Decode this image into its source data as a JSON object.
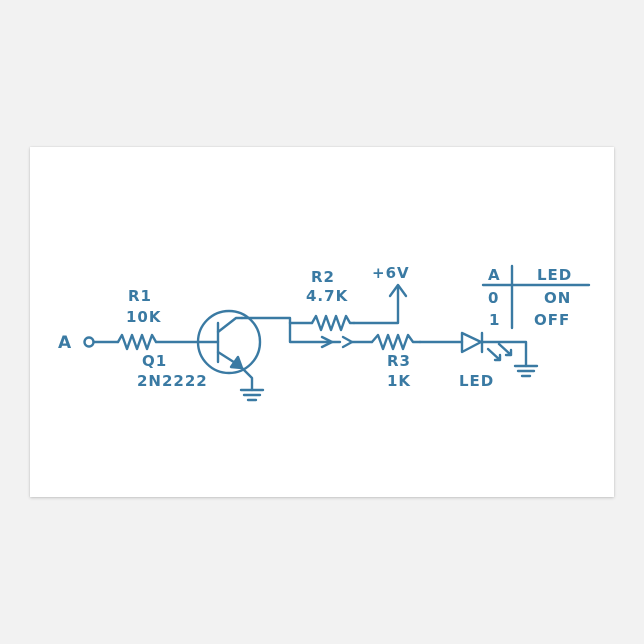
{
  "colors": {
    "ink": "#3a7aa3",
    "card": "#ffffff",
    "background": "#f2f2f2"
  },
  "input": {
    "label": "A"
  },
  "r1": {
    "name": "R1",
    "value": "10K"
  },
  "q1": {
    "name": "Q1",
    "part": "2N2222"
  },
  "r2": {
    "name": "R2",
    "value": "4.7K"
  },
  "supply": {
    "label": "+6V"
  },
  "r3": {
    "name": "R3",
    "value": "1K"
  },
  "led": {
    "label": "LED"
  },
  "truth_table": {
    "headers": [
      "A",
      "LED"
    ],
    "rows": [
      [
        "0",
        "ON"
      ],
      [
        "1",
        "OFF"
      ]
    ]
  }
}
